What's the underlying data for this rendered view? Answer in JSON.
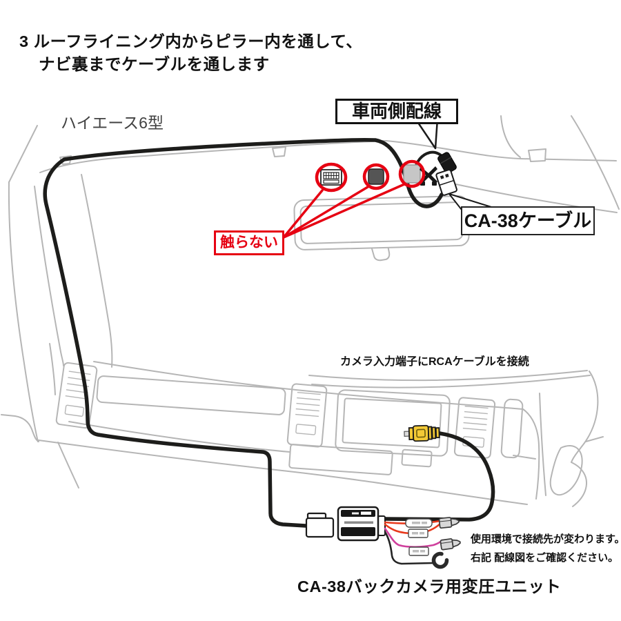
{
  "title": {
    "line1": "3 ルーフライニング内からピラー内を通して、",
    "line2": "ナビ裏までケーブルを通します"
  },
  "labels": {
    "car_model": "ハイエース6型",
    "vehicle_side_wiring": "車両側配線",
    "ca38_cable": "CA-38ケーブル",
    "dont_touch": "触らない",
    "camera_input_note": "カメラ入力端子にRCAケーブルを接続",
    "usage_note_line1": "使用環境で接続先が変わります。",
    "usage_note_line2": "右記 配線図をご確認ください。",
    "unit_name": "CA-38バックカメラ用変圧ユニット"
  },
  "colors": {
    "annotation_red": "#e60012",
    "cable_black": "#1d1d1b",
    "outline_gray": "#b5b5b5",
    "rca_yellow": "#f4ca36",
    "wire_red": "#e8391c",
    "wire_pink": "#cf3f9c"
  },
  "diagram_parts": [
    "roof-lining-cable",
    "rearview-mirror",
    "overhead-sensors",
    "vehicle-side-connector",
    "ca38-cable-connector",
    "rca-plug",
    "navigation-screen",
    "voltage-converter-unit",
    "spade-terminals",
    "ring-terminal"
  ]
}
